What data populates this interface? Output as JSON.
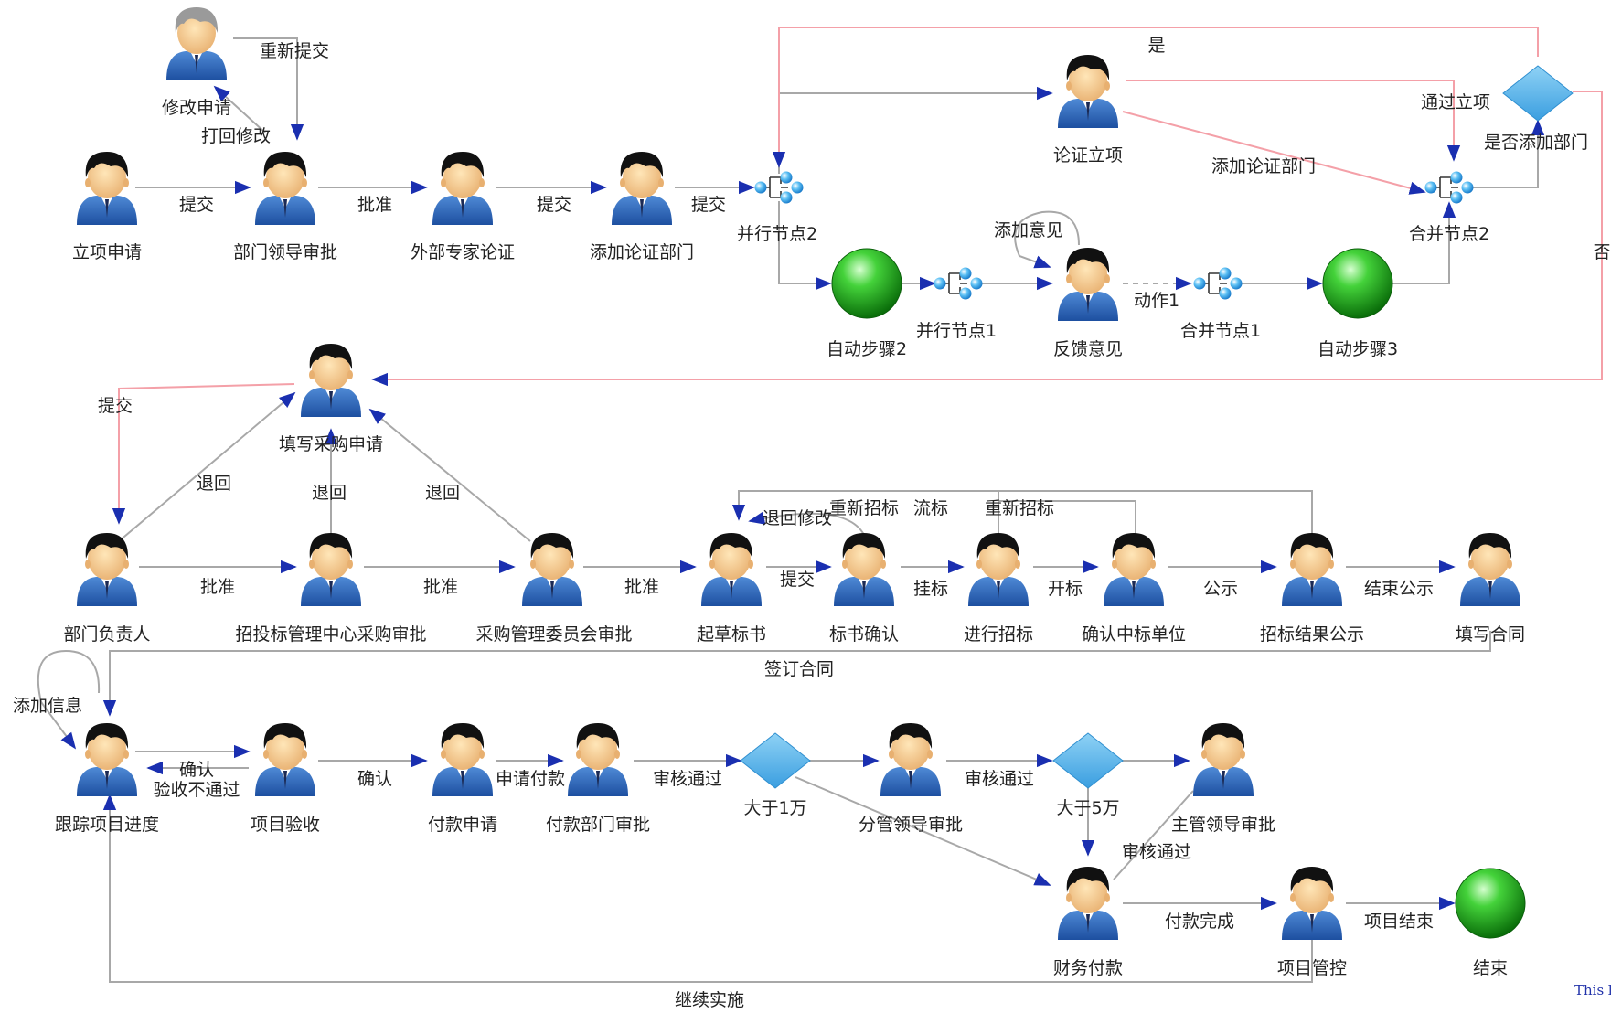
{
  "nodes": {
    "modify_apply": {
      "label": "修改申请",
      "type": "user-gray"
    },
    "project_apply": {
      "label": "立项申请",
      "type": "user"
    },
    "dept_leader_review": {
      "label": "部门领导审批",
      "type": "user"
    },
    "expert_demo": {
      "label": "外部专家论证",
      "type": "user"
    },
    "add_demo_dept": {
      "label": "添加论证部门",
      "type": "user"
    },
    "parallel2": {
      "label": "并行节点2",
      "type": "fork"
    },
    "demo_approve": {
      "label": "论证立项",
      "type": "user"
    },
    "is_add_dept": {
      "label": "是否添加部门",
      "type": "decision"
    },
    "merge2": {
      "label": "合并节点2",
      "type": "fork"
    },
    "auto2": {
      "label": "自动步骤2",
      "type": "auto"
    },
    "parallel1": {
      "label": "并行节点1",
      "type": "fork"
    },
    "feedback": {
      "label": "反馈意见",
      "type": "user"
    },
    "merge1": {
      "label": "合并节点1",
      "type": "fork"
    },
    "auto3": {
      "label": "自动步骤3",
      "type": "auto"
    },
    "fill_purchase": {
      "label": "填写采购申请",
      "type": "user"
    },
    "dept_head": {
      "label": "部门负责人",
      "type": "user"
    },
    "bid_center_review": {
      "label": "招投标管理中心采购审批",
      "type": "user"
    },
    "purchase_committee": {
      "label": "采购管理委员会审批",
      "type": "user"
    },
    "draft_tender": {
      "label": "起草标书",
      "type": "user"
    },
    "tender_confirm": {
      "label": "标书确认",
      "type": "user"
    },
    "do_bidding": {
      "label": "进行招标",
      "type": "user"
    },
    "confirm_winner": {
      "label": "确认中标单位",
      "type": "user"
    },
    "result_publicity": {
      "label": "招标结果公示",
      "type": "user"
    },
    "fill_contract": {
      "label": "填写合同",
      "type": "user"
    },
    "track_progress": {
      "label": "跟踪项目进度",
      "type": "user"
    },
    "project_accept": {
      "label": "项目验收",
      "type": "user"
    },
    "payment_apply": {
      "label": "付款申请",
      "type": "user"
    },
    "payment_dept_review": {
      "label": "付款部门审批",
      "type": "user"
    },
    "gt_10k": {
      "label": "大于1万",
      "type": "decision"
    },
    "branch_leader_review": {
      "label": "分管领导审批",
      "type": "user"
    },
    "gt_50k": {
      "label": "大于5万",
      "type": "decision"
    },
    "chief_leader_review": {
      "label": "主管领导审批",
      "type": "user"
    },
    "finance_pay": {
      "label": "财务付款",
      "type": "user"
    },
    "project_control": {
      "label": "项目管控",
      "type": "user"
    },
    "end": {
      "label": "结束",
      "type": "auto"
    }
  },
  "edges": {
    "resubmit": "重新提交",
    "return_modify": "打回修改",
    "submit1": "提交",
    "approve1": "批准",
    "submit2": "提交",
    "submit3": "提交",
    "yes": "是",
    "pass_approval": "通过立项",
    "add_demo_dept": "添加论证部门",
    "add_opinion": "添加意见",
    "action1": "动作1",
    "no": "否",
    "submit4": "提交",
    "return1": "退回",
    "return2": "退回",
    "return3": "退回",
    "approve2": "批准",
    "approve3": "批准",
    "approve4": "批准",
    "return_modify2": "退回修改",
    "rebid1": "重新招标",
    "failed_bid": "流标",
    "rebid2": "重新招标",
    "submit5": "提交",
    "publish_bid": "挂标",
    "open_bid": "开标",
    "publicity": "公示",
    "end_publicity": "结束公示",
    "sign_contract": "签订合同",
    "add_info": "添加信息",
    "confirm1": "确认",
    "accept_fail": "验收不通过",
    "confirm2": "确认",
    "request_pay": "申请付款",
    "review_pass1": "审核通过",
    "review_pass2": "审核通过",
    "review_pass3": "审核通过",
    "pay_done": "付款完成",
    "project_end": "项目结束",
    "continue_impl": "继续实施"
  },
  "footer_text": "This l",
  "colors": {
    "edge": "#a8a8a8",
    "edge_red": "#f4a0a8",
    "arrow": "#1a2fb0",
    "decision": "#5ab4e8",
    "auto": "#1ea81e"
  }
}
